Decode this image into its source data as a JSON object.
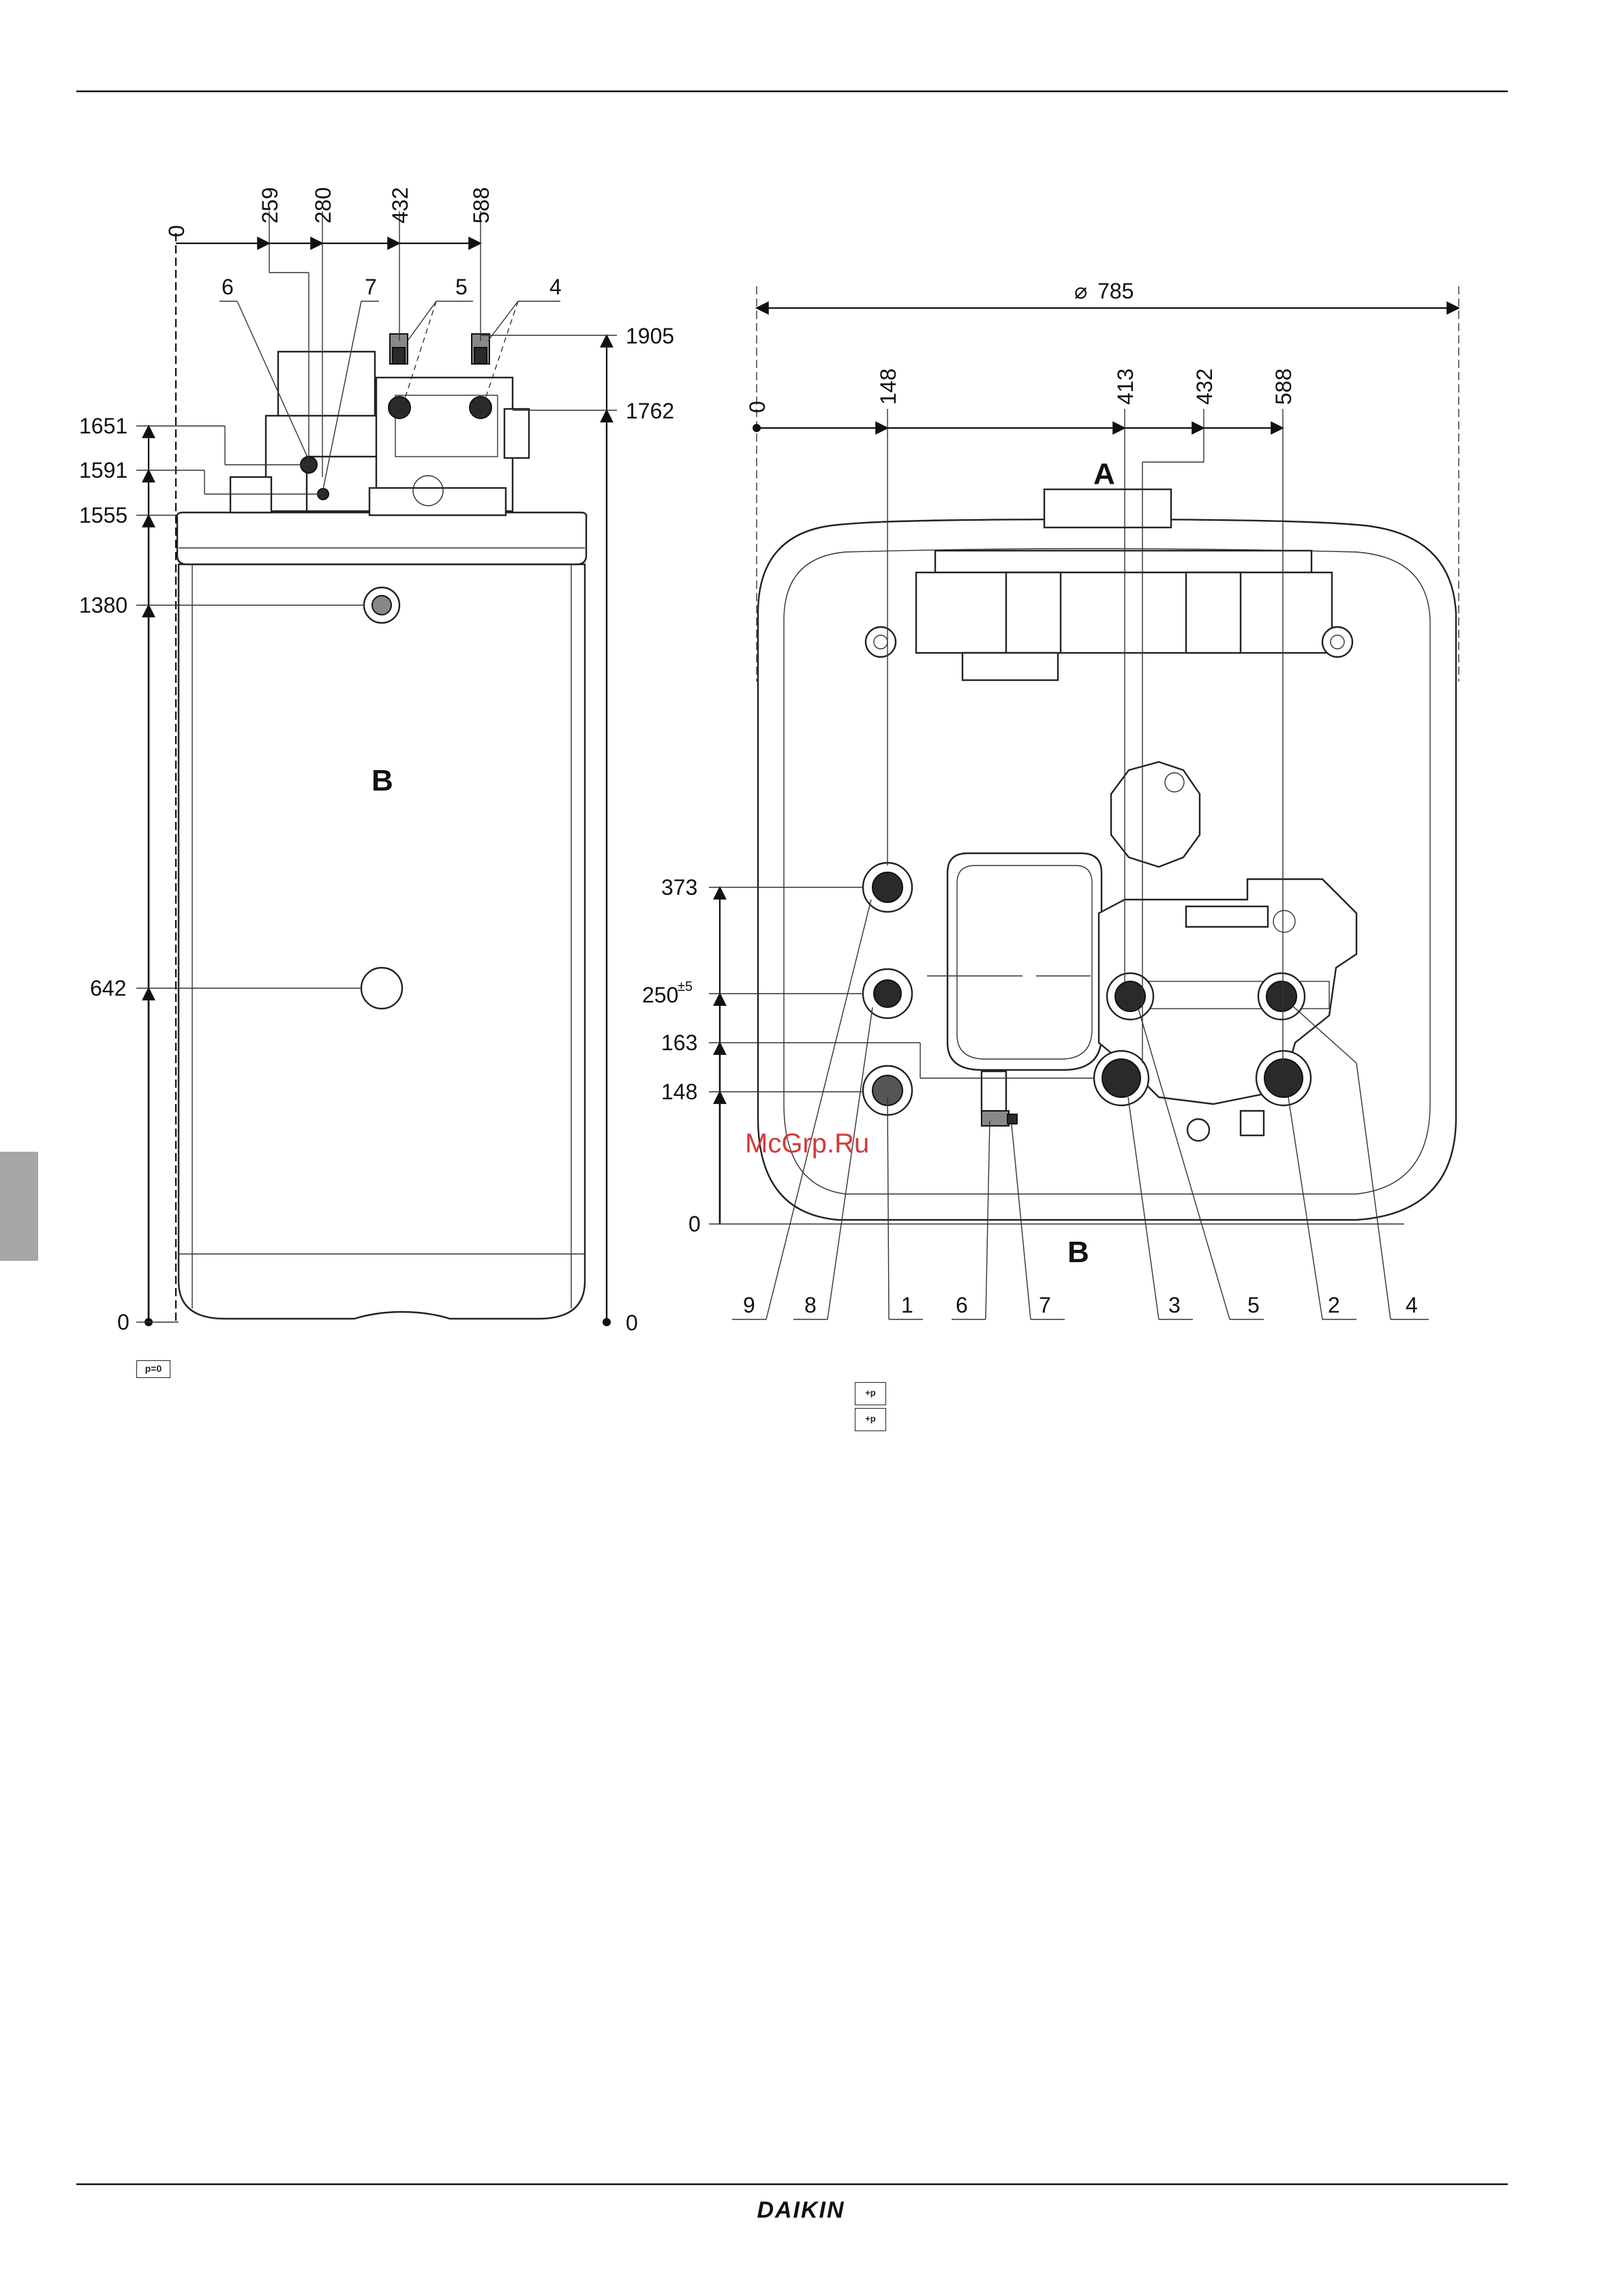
{
  "side_view": {
    "top_dims": [
      "0",
      "259",
      "280",
      "432",
      "588"
    ],
    "height_dims": [
      "1905",
      "1762",
      "1651",
      "1591",
      "1555",
      "1380",
      "642",
      "0",
      "0"
    ],
    "callouts": [
      "6",
      "7",
      "5",
      "4"
    ],
    "label_b": "B",
    "icon_note": "p=0"
  },
  "top_view": {
    "diameter_dim": "785",
    "top_dims": [
      "0",
      "148",
      "413",
      "432",
      "588"
    ],
    "left_dims": [
      "373",
      "250",
      "±5",
      "163",
      "148",
      "0"
    ],
    "label_a": "A",
    "label_b": "B",
    "bottom_callouts": [
      "9",
      "8",
      "1",
      "6",
      "7",
      "3",
      "5",
      "2",
      "4"
    ],
    "icon_note_1": "+p",
    "icon_note_2": "+p"
  },
  "watermark": "McGrp.Ru",
  "footer": {
    "brand": "DAIKIN"
  }
}
